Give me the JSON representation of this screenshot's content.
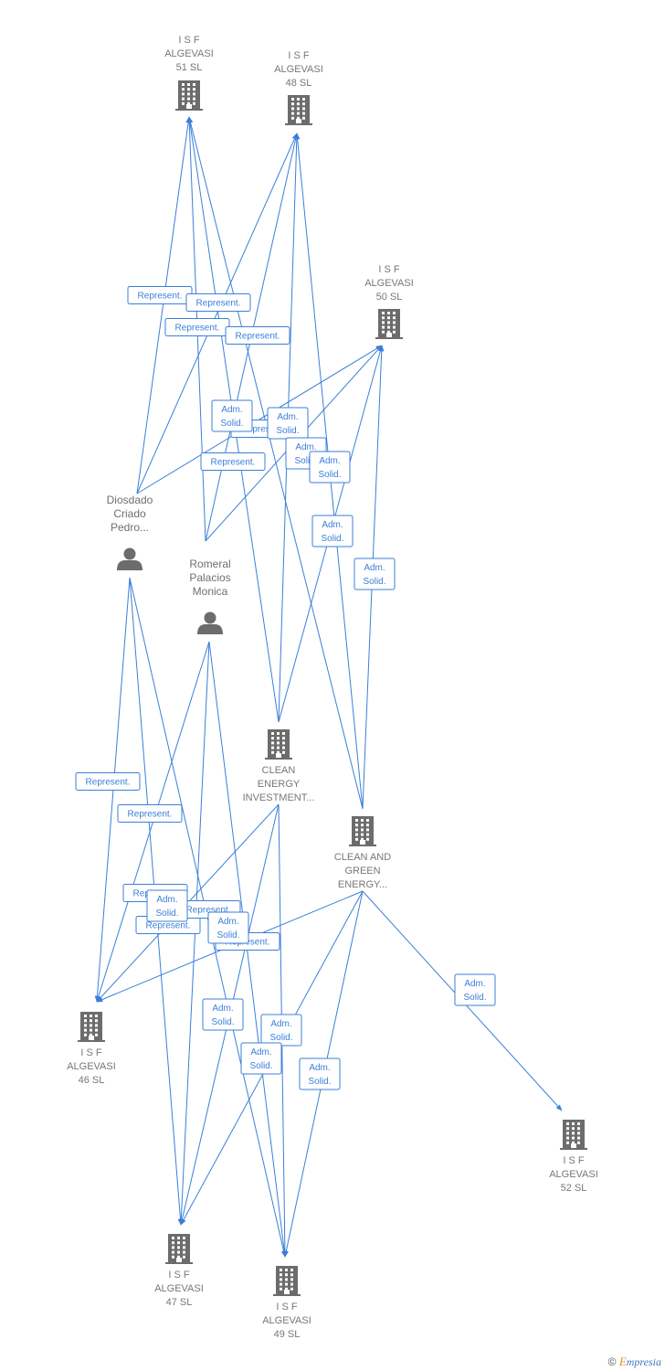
{
  "nodes": [
    {
      "id": "isf51",
      "type": "company",
      "label": [
        "I S F",
        "ALGEVASI",
        "51 SL"
      ]
    },
    {
      "id": "isf48",
      "type": "company",
      "label": [
        "I S F",
        "ALGEVASI",
        "48 SL"
      ]
    },
    {
      "id": "isf50",
      "type": "company",
      "label": [
        "I S F",
        "ALGEVASI",
        "50 SL"
      ]
    },
    {
      "id": "diosdado",
      "type": "person",
      "label": [
        "Diosdado",
        "Criado",
        "Pedro..."
      ]
    },
    {
      "id": "romeral",
      "type": "person",
      "label": [
        "Romeral",
        "Palacios",
        "Monica"
      ]
    },
    {
      "id": "cleanenergy",
      "type": "company",
      "label": [
        "CLEAN",
        "ENERGY",
        "INVESTMENT..."
      ]
    },
    {
      "id": "cleangreen",
      "type": "company",
      "label": [
        "CLEAN AND",
        "GREEN",
        "ENERGY..."
      ]
    },
    {
      "id": "isf46",
      "type": "company",
      "label": [
        "I S F",
        "ALGEVASI",
        "46 SL"
      ]
    },
    {
      "id": "isf47",
      "type": "company",
      "label": [
        "I S F",
        "ALGEVASI",
        "47 SL"
      ]
    },
    {
      "id": "isf49",
      "type": "company",
      "label": [
        "I S F",
        "ALGEVASI",
        "49 SL"
      ]
    },
    {
      "id": "isf52",
      "type": "company",
      "label": [
        "I S F",
        "ALGEVASI",
        "52 SL"
      ]
    }
  ],
  "edges": [
    {
      "from": "diosdado",
      "to": "isf51",
      "label": [
        "Represent."
      ]
    },
    {
      "from": "diosdado",
      "to": "isf48",
      "label": [
        "Represent."
      ]
    },
    {
      "from": "diosdado",
      "to": "isf50",
      "label": [
        "Represent."
      ]
    },
    {
      "from": "romeral",
      "to": "isf51",
      "label": [
        "Represent."
      ]
    },
    {
      "from": "romeral",
      "to": "isf48",
      "label": [
        "Represent."
      ]
    },
    {
      "from": "romeral",
      "to": "isf50",
      "label": [
        "Represent."
      ]
    },
    {
      "from": "cleanenergy",
      "to": "isf51",
      "label": [
        "Adm.",
        "Solid."
      ]
    },
    {
      "from": "cleanenergy",
      "to": "isf48",
      "label": [
        "Adm.",
        "Solid."
      ]
    },
    {
      "from": "cleanenergy",
      "to": "isf50",
      "label": [
        "Adm.",
        "Solid."
      ]
    },
    {
      "from": "cleangreen",
      "to": "isf51",
      "label": [
        "Adm.",
        "Solid."
      ]
    },
    {
      "from": "cleangreen",
      "to": "isf48",
      "label": [
        "Adm.",
        "Solid."
      ]
    },
    {
      "from": "cleangreen",
      "to": "isf50",
      "label": [
        "Adm.",
        "Solid."
      ]
    },
    {
      "from": "diosdado",
      "to": "isf46",
      "label": [
        "Represent."
      ]
    },
    {
      "from": "diosdado",
      "to": "isf47",
      "label": [
        "Represent."
      ]
    },
    {
      "from": "diosdado",
      "to": "isf49",
      "label": [
        "Represent."
      ]
    },
    {
      "from": "romeral",
      "to": "isf46",
      "label": [
        "Represent."
      ]
    },
    {
      "from": "romeral",
      "to": "isf47",
      "label": [
        "Represent."
      ]
    },
    {
      "from": "romeral",
      "to": "isf49",
      "label": [
        "Represent."
      ]
    },
    {
      "from": "cleanenergy",
      "to": "isf46",
      "label": [
        "Adm.",
        "Solid."
      ]
    },
    {
      "from": "cleanenergy",
      "to": "isf47",
      "label": [
        "Adm.",
        "Solid."
      ]
    },
    {
      "from": "cleanenergy",
      "to": "isf49",
      "label": [
        "Adm.",
        "Solid."
      ]
    },
    {
      "from": "cleangreen",
      "to": "isf46",
      "label": [
        "Adm.",
        "Solid."
      ]
    },
    {
      "from": "cleangreen",
      "to": "isf47",
      "label": [
        "Adm.",
        "Solid."
      ]
    },
    {
      "from": "cleangreen",
      "to": "isf49",
      "label": [
        "Adm.",
        "Solid."
      ]
    },
    {
      "from": "cleangreen",
      "to": "isf52",
      "label": [
        "Adm.",
        "Solid."
      ]
    }
  ],
  "footer": {
    "copyright": "©",
    "brand_initial": "E",
    "brand_rest": "mpresia"
  },
  "colors": {
    "edge": "#3b7fd9",
    "icon": "#6c6c6c",
    "label": "#777777"
  }
}
